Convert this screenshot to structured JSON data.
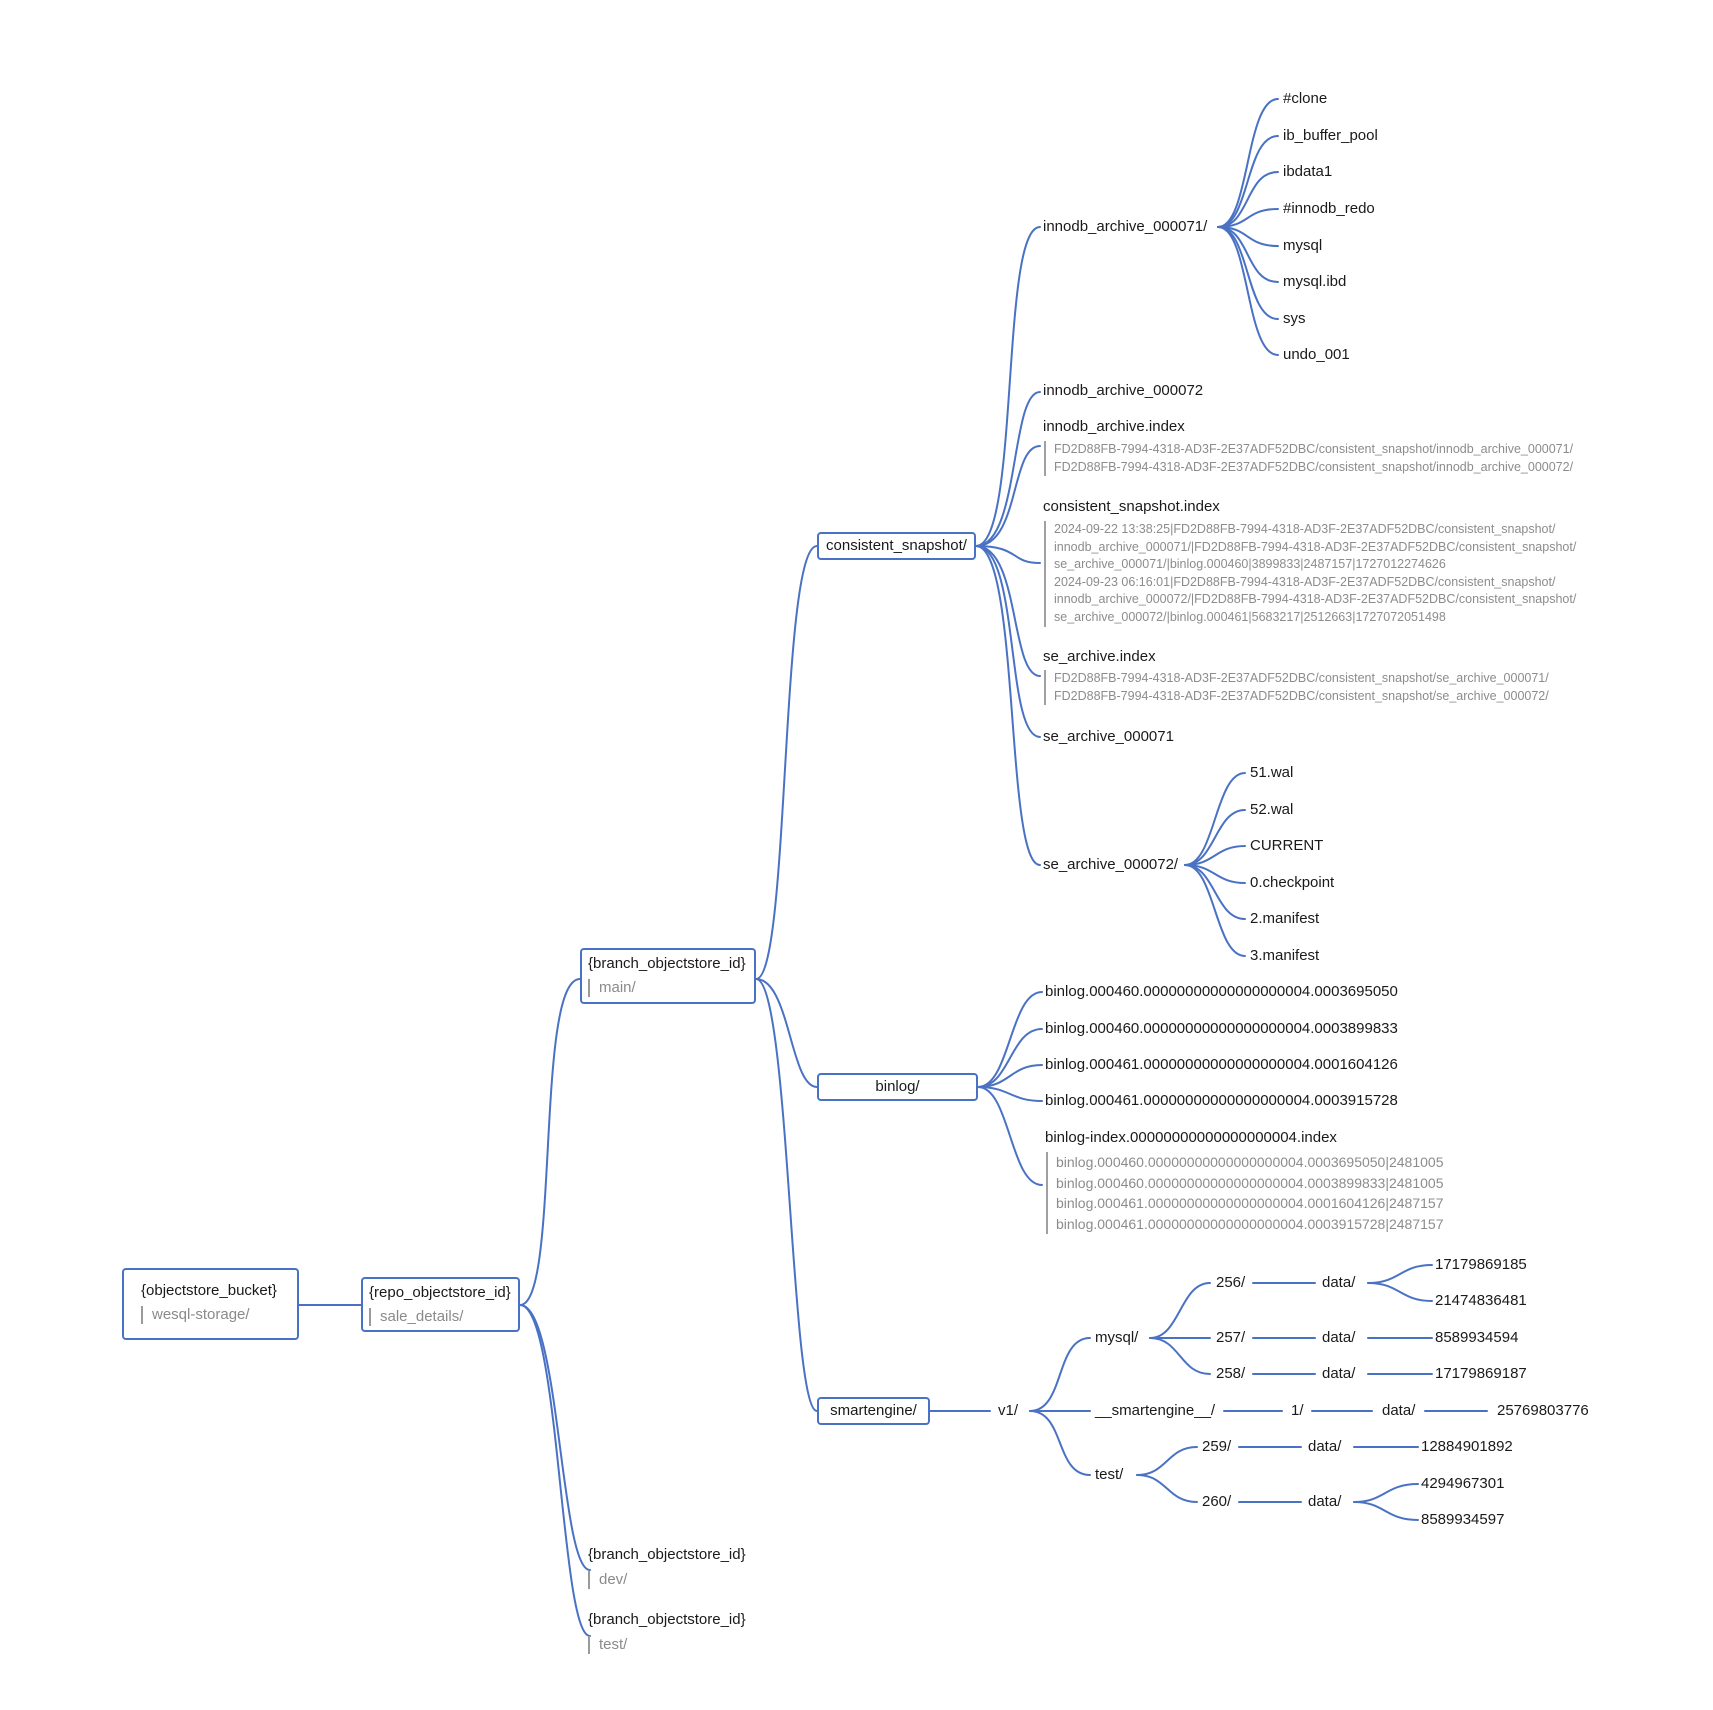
{
  "colors": {
    "line": "#4a72c4",
    "text": "#1a1a1a",
    "note": "#8c8c8c"
  },
  "root": {
    "main": "{objectstore_bucket}",
    "sub": "wesql-storage/"
  },
  "repo": {
    "main": "{repo_objectstore_id}",
    "sub": "sale_details/"
  },
  "branches": {
    "main": {
      "main": "{branch_objectstore_id}",
      "sub": "main/"
    },
    "dev": {
      "main": "{branch_objectstore_id}",
      "sub": "dev/"
    },
    "test": {
      "main": "{branch_objectstore_id}",
      "sub": "test/"
    }
  },
  "consistent_snapshot": {
    "label": "consistent_snapshot/",
    "innodb_archive_000071": {
      "label": "innodb_archive_000071/",
      "children": [
        "#clone",
        "ib_buffer_pool",
        "ibdata1",
        "#innodb_redo",
        "mysql",
        "mysql.ibd",
        "sys",
        "undo_001"
      ]
    },
    "innodb_archive_000072": "innodb_archive_000072",
    "innodb_archive_index": {
      "label": "innodb_archive.index",
      "lines": [
        "FD2D88FB-7994-4318-AD3F-2E37ADF52DBC/consistent_snapshot/innodb_archive_000071/",
        "FD2D88FB-7994-4318-AD3F-2E37ADF52DBC/consistent_snapshot/innodb_archive_000072/"
      ]
    },
    "consistent_snapshot_index": {
      "label": "consistent_snapshot.index",
      "lines": [
        "2024-09-22 13:38:25|FD2D88FB-7994-4318-AD3F-2E37ADF52DBC/consistent_snapshot/",
        "innodb_archive_000071/|FD2D88FB-7994-4318-AD3F-2E37ADF52DBC/consistent_snapshot/",
        "se_archive_000071/|binlog.000460|3899833|2487157|1727012274626",
        "2024-09-23 06:16:01|FD2D88FB-7994-4318-AD3F-2E37ADF52DBC/consistent_snapshot/",
        "innodb_archive_000072/|FD2D88FB-7994-4318-AD3F-2E37ADF52DBC/consistent_snapshot/",
        "se_archive_000072/|binlog.000461|5683217|2512663|1727072051498"
      ]
    },
    "se_archive_index": {
      "label": "se_archive.index",
      "lines": [
        "FD2D88FB-7994-4318-AD3F-2E37ADF52DBC/consistent_snapshot/se_archive_000071/",
        "FD2D88FB-7994-4318-AD3F-2E37ADF52DBC/consistent_snapshot/se_archive_000072/"
      ]
    },
    "se_archive_000071": "se_archive_000071",
    "se_archive_000072": {
      "label": "se_archive_000072/",
      "children": [
        "51.wal",
        "52.wal",
        "CURRENT",
        "0.checkpoint",
        "2.manifest",
        "3.manifest"
      ]
    }
  },
  "binlog": {
    "label": "binlog/",
    "files": [
      "binlog.000460.00000000000000000004.0003695050",
      "binlog.000460.00000000000000000004.0003899833",
      "binlog.000461.00000000000000000004.0001604126",
      "binlog.000461.00000000000000000004.0003915728"
    ],
    "index": {
      "label": "binlog-index.00000000000000000004.index",
      "lines": [
        "binlog.000460.00000000000000000004.0003695050|2481005",
        "binlog.000460.00000000000000000004.0003899833|2481005",
        "binlog.000461.00000000000000000004.0001604126|2487157",
        "binlog.000461.00000000000000000004.0003915728|2487157"
      ]
    }
  },
  "smartengine": {
    "label": "smartengine/",
    "v1": "v1/",
    "mysql": {
      "label": "mysql/",
      "t256": {
        "label": "256/",
        "data": "data/",
        "files": [
          "17179869185",
          "21474836481"
        ]
      },
      "t257": {
        "label": "257/",
        "data": "data/",
        "files": [
          "8589934594"
        ]
      },
      "t258": {
        "label": "258/",
        "data": "data/",
        "files": [
          "17179869187"
        ]
      }
    },
    "smartengine_dir": {
      "label": "__smartengine__/",
      "one": "1/",
      "data": "data/",
      "file": "25769803776"
    },
    "test": {
      "label": "test/",
      "t259": {
        "label": "259/",
        "data": "data/",
        "files": [
          "12884901892"
        ]
      },
      "t260": {
        "label": "260/",
        "data": "data/",
        "files": [
          "4294967301",
          "8589934597"
        ]
      }
    }
  }
}
